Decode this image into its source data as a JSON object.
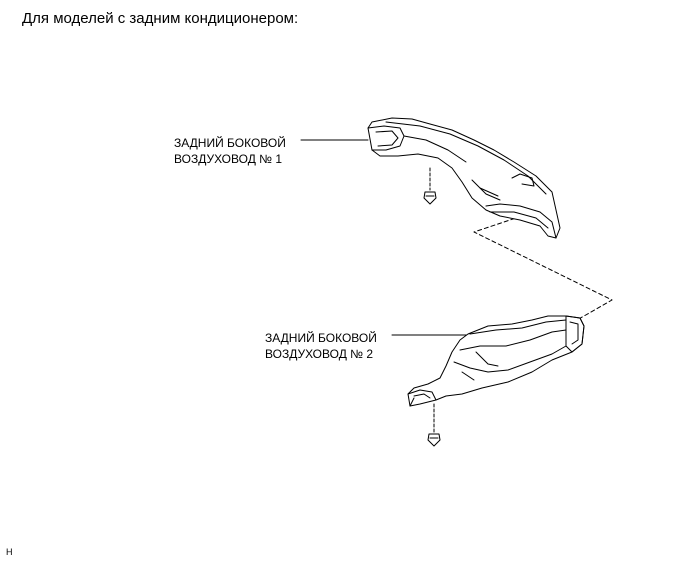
{
  "heading": "Для моделей с задним кондиционером:",
  "parts": [
    {
      "label_line1": "ЗАДНИЙ БОКОВОЙ",
      "label_line2": "ВОЗДУХОВОД № 1"
    },
    {
      "label_line1": "ЗАДНИЙ БОКОВОЙ",
      "label_line2": "ВОЗДУХОВОД № 2"
    }
  ],
  "figure_code": "H"
}
